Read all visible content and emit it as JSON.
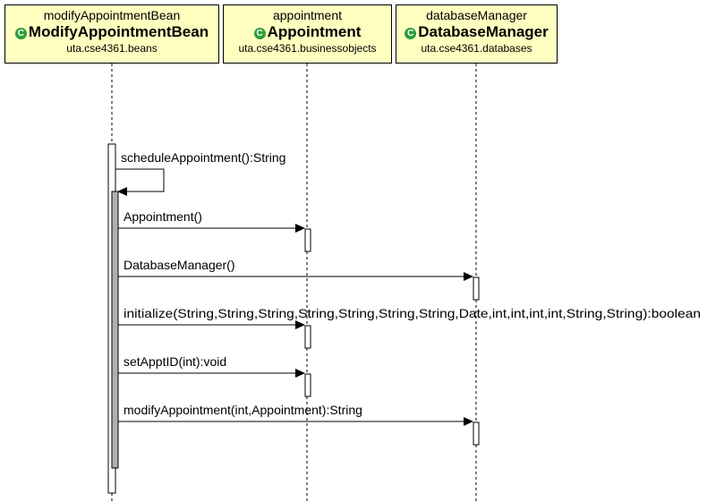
{
  "lifelines": [
    {
      "instance": "modifyAppointmentBean",
      "class_name": "ModifyAppointmentBean",
      "package": "uta.cse4361.beans",
      "icon": "class-icon"
    },
    {
      "instance": "appointment",
      "class_name": "Appointment",
      "package": "uta.cse4361.businessobjects",
      "icon": "class-icon"
    },
    {
      "instance": "databaseManager",
      "class_name": "DatabaseManager",
      "package": "uta.cse4361.databases",
      "icon": "class-icon"
    }
  ],
  "messages": [
    {
      "label": "scheduleAppointment():String",
      "from": "modifyAppointmentBean",
      "to": "modifyAppointmentBean"
    },
    {
      "label": "Appointment()",
      "from": "modifyAppointmentBean",
      "to": "appointment"
    },
    {
      "label": "DatabaseManager()",
      "from": "modifyAppointmentBean",
      "to": "databaseManager"
    },
    {
      "label": "initialize(String,String,String,String,String,String,String,Date,int,int,int,int,String,String):boolean",
      "from": "modifyAppointmentBean",
      "to": "appointment"
    },
    {
      "label": "setApptID(int):void",
      "from": "modifyAppointmentBean",
      "to": "appointment"
    },
    {
      "label": "modifyAppointment(int,Appointment):String",
      "from": "modifyAppointmentBean",
      "to": "databaseManager"
    }
  ],
  "colors": {
    "header_fill": "#ffffc0",
    "class_icon": "#2e9e3e",
    "activation_inner": "#b0b0b0",
    "line": "#000000"
  }
}
